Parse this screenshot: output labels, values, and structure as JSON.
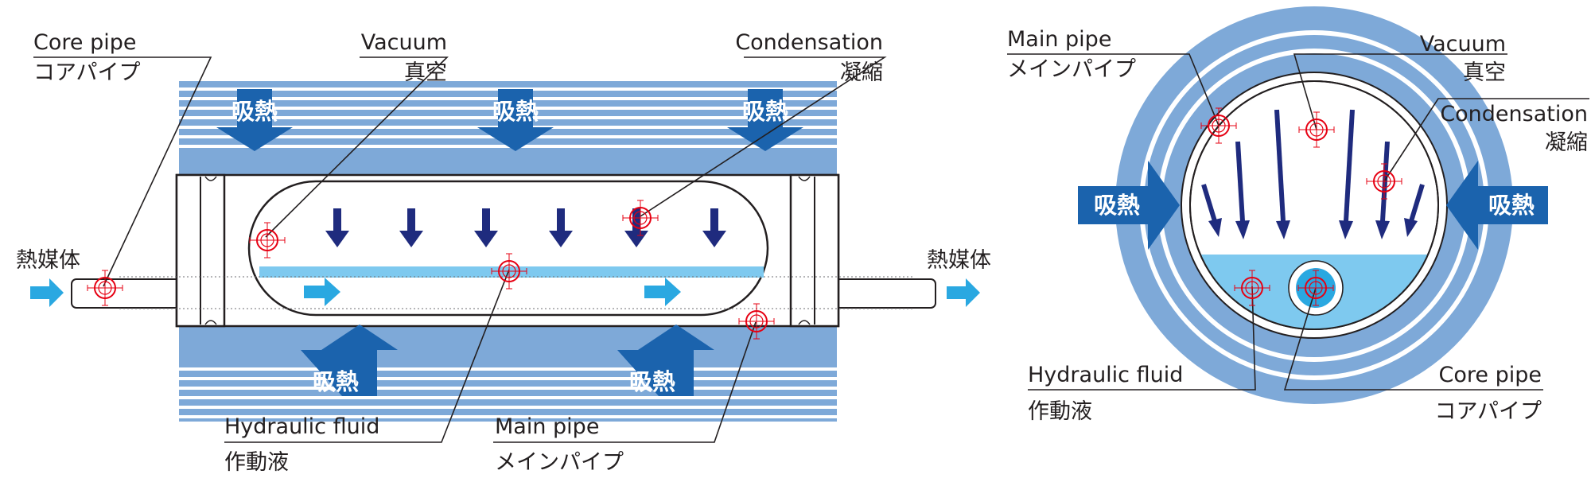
{
  "colors": {
    "band": "#7ea9d8",
    "band_light": "#a9c8ea",
    "fluid": "#7ec9ef",
    "cyan_arrow": "#2aa8e1",
    "blue_arrow": "#1b63ad",
    "navy_arrow": "#1f2b7e",
    "target": "#e60012",
    "text": "#231f20"
  },
  "left_diagram": {
    "labels": {
      "core_pipe_en": "Core pipe",
      "core_pipe_jp": "コアパイプ",
      "vacuum_en": "Vacuum",
      "vacuum_jp": "真空",
      "condensation_en": "Condensation",
      "condensation_jp": "凝縮",
      "heat_medium_left": "熱媒体",
      "heat_medium_right": "熱媒体",
      "hydraulic_fluid_en": "Hydraulic fluid",
      "hydraulic_fluid_jp": "作動液",
      "main_pipe_en": "Main pipe",
      "main_pipe_jp": "メインパイプ"
    },
    "heat_absorption": [
      "吸熱",
      "吸熱",
      "吸熱",
      "吸熱",
      "吸熱"
    ]
  },
  "right_diagram": {
    "labels": {
      "main_pipe_en": "Main pipe",
      "main_pipe_jp": "メインパイプ",
      "vacuum_en": "Vacuum",
      "vacuum_jp": "真空",
      "condensation_en": "Condensation",
      "condensation_jp": "凝縮",
      "hydraulic_fluid_en": "Hydraulic fluid",
      "hydraulic_fluid_jp": "作動液",
      "core_pipe_en": "Core pipe",
      "core_pipe_jp": "コアパイプ"
    },
    "heat_absorption": [
      "吸熱",
      "吸熱"
    ]
  }
}
